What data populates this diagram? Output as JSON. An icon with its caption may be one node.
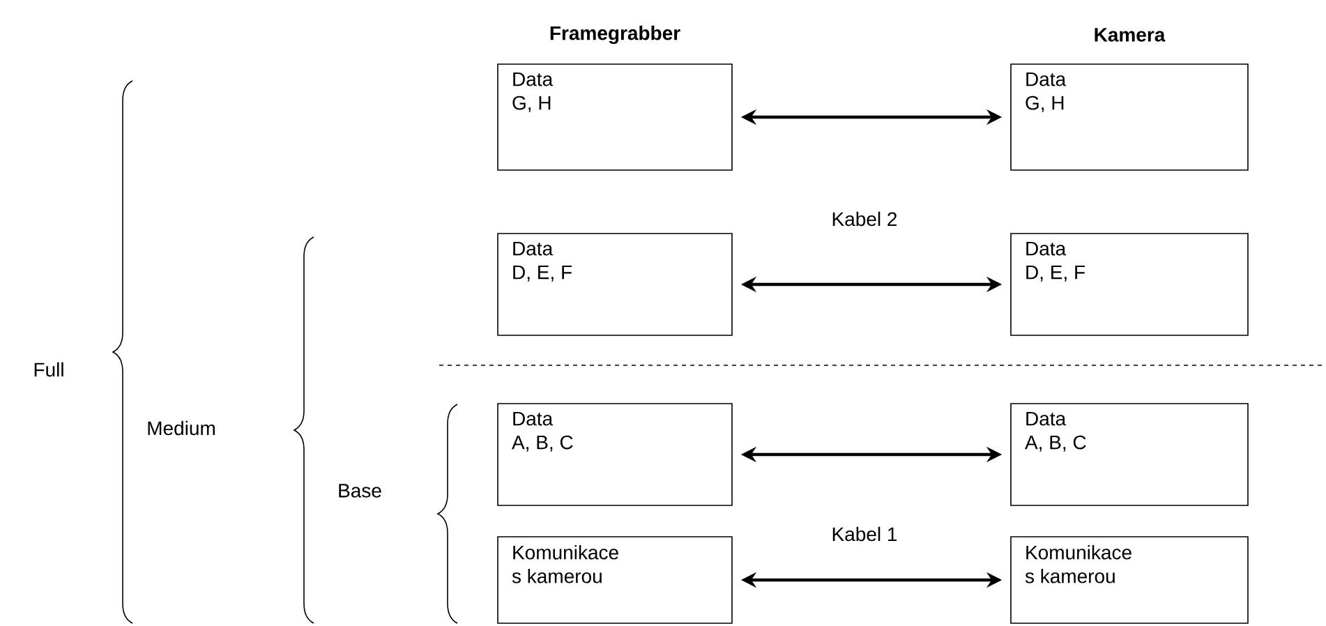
{
  "diagram": {
    "nodes": [
      {
        "text": [
          "Data G, H"
        ]
      },
      {
        "text": [
          "Data G, H"
        ]
      },
      {
        "text": [
          "Data D, E, F"
        ]
      },
      {
        "text": [
          "Data D, E, F"
        ]
      },
      {
        "text": [
          "Data A, B, C"
        ]
      },
      {
        "text": [
          "Data A, B, C"
        ]
      },
      {
        "text": [
          "Komunikace s kamerou"
        ]
      },
      {
        "text": [
          "Komunikace s kamerou"
        ]
      }
    ],
    "edges": [
      {
        "from": 0,
        "to": 1,
        "arrow": "both"
      },
      {
        "from": 2,
        "to": 3,
        "arrow": "both"
      },
      {
        "from": 4,
        "to": 5,
        "arrow": "both"
      },
      {
        "from": 6,
        "to": 7,
        "arrow": "both"
      }
    ],
    "labels": [
      "Framegrabber",
      "Kamera",
      "Kabel 2",
      "Full",
      "Medium",
      "Base",
      "Kabel 1"
    ]
  }
}
